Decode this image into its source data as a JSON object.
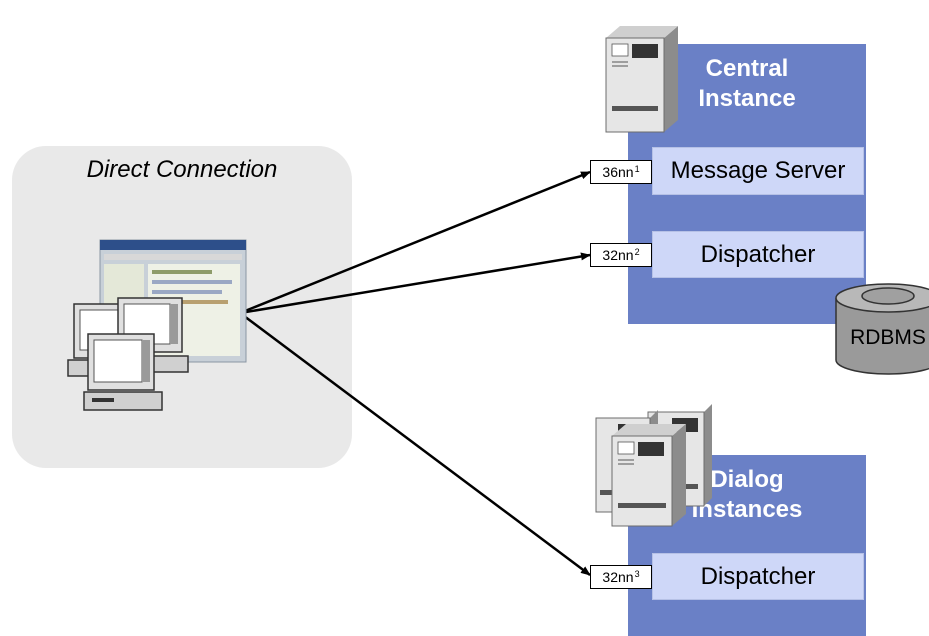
{
  "client": {
    "label": "Direct Connection"
  },
  "central_instance": {
    "title_line1": "Central",
    "title_line2": "Instance",
    "message_server": {
      "label": "Message Server",
      "port": "36nn",
      "port_sup": "1"
    },
    "dispatcher": {
      "label": "Dispatcher",
      "port": "32nn",
      "port_sup": "2"
    }
  },
  "database": {
    "label": "RDBMS"
  },
  "dialog_instances": {
    "title_line1": "Dialog",
    "title_line2": "Instances",
    "dispatcher": {
      "label": "Dispatcher",
      "port": "32nn",
      "port_sup": "3"
    }
  },
  "colors": {
    "instance_box": "#6a80c6",
    "process_box": "#ced7f8",
    "client_panel": "#e9e9e9",
    "db_fill": "#9a9a9a"
  }
}
